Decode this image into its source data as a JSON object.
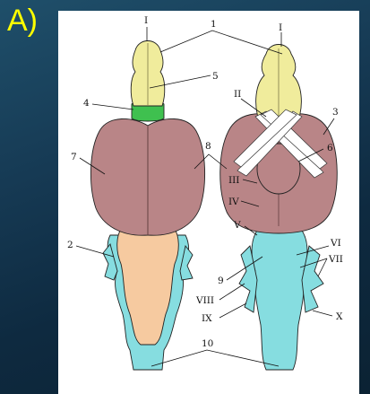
{
  "panel_label": "A)",
  "colors": {
    "background": "#163a54",
    "panel_label": "#ffff00",
    "olfactory_bulb": "#f0ec9c",
    "green_region": "#3fc04f",
    "cerebrum": "#b98587",
    "cerebellum": "#f6caa0",
    "brainstem": "#86dde0"
  },
  "labels": {
    "l1": "1",
    "l2": "2",
    "l3": "3",
    "l4": "4",
    "l5": "5",
    "l6": "6",
    "l7": "7",
    "l8": "8",
    "l9": "9",
    "l10": "10",
    "rI_left": "I",
    "rI_right": "I",
    "rII": "II",
    "rIII": "III",
    "rIV": "IV",
    "rV": "V",
    "rVI": "VI",
    "rVII": "VII",
    "rVIII": "VIII",
    "rIX": "IX",
    "rX": "X"
  }
}
